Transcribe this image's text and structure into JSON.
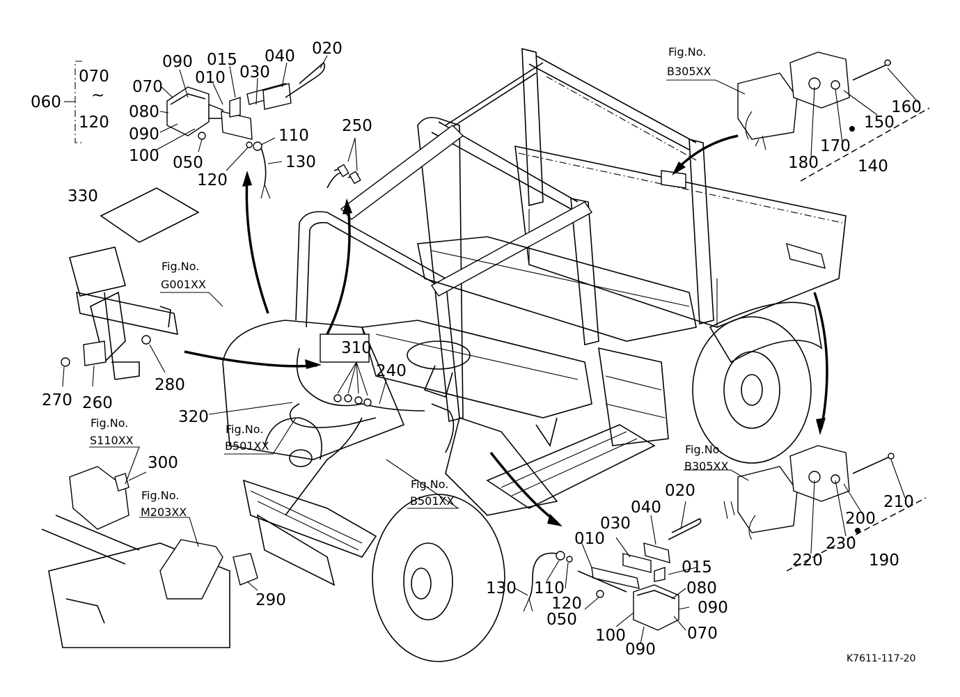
{
  "drawing_code": "K7611-117-20",
  "callouts": {
    "c060": "060",
    "c070a": "070",
    "c070_120_tilde": "~",
    "c120a": "120",
    "c090a": "090",
    "c015a": "015",
    "c040a": "040",
    "c020a": "020",
    "c070b": "070",
    "c010a": "010",
    "c030a": "030",
    "c080a": "080",
    "c090b": "090",
    "c110a": "110",
    "c100a": "100",
    "c050a": "050",
    "c130a": "130",
    "c120b": "120",
    "c250": "250",
    "c330": "330",
    "c310": "310",
    "c240": "240",
    "c280": "280",
    "c270": "270",
    "c260": "260",
    "c320": "320",
    "c300": "300",
    "c290": "290",
    "c160": "160",
    "c150": "150",
    "c170": "170",
    "c180": "180",
    "c140": "140",
    "c210": "210",
    "c200": "200",
    "c230": "230",
    "c220": "220",
    "c190": "190",
    "c020b": "020",
    "c040b": "040",
    "c030b": "030",
    "c010b": "010",
    "c015b": "015",
    "c080b": "080",
    "c090c": "090",
    "c070c": "070",
    "c090d": "090",
    "c100b": "100",
    "c050b": "050",
    "c120c": "120",
    "c110b": "110",
    "c130b": "130"
  },
  "figure_refs": {
    "b305_top": {
      "caption": "Fig.No.",
      "code": "B305XX"
    },
    "g001": {
      "caption": "Fig.No.",
      "code": "G001XX"
    },
    "s110": {
      "caption": "Fig.No.",
      "code": "S110XX"
    },
    "b501_left": {
      "caption": "Fig.No.",
      "code": "B501XX"
    },
    "b305_bottom": {
      "caption": "Fig.No.",
      "code": "B305XX"
    },
    "b501_right": {
      "caption": "Fig.No.",
      "code": "B501XX"
    },
    "m203": {
      "caption": "Fig.No.",
      "code": "M203XX"
    }
  }
}
